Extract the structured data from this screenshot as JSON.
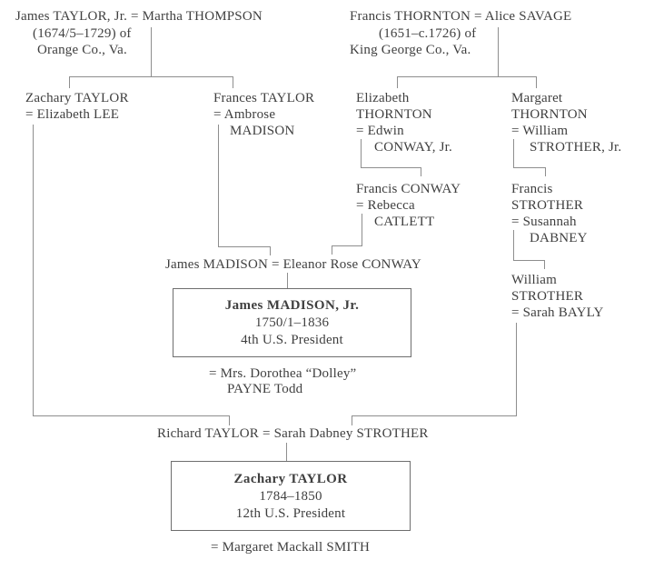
{
  "families": {
    "taylor_thompson": {
      "names": "James TAYLOR, Jr. = Martha THOMPSON",
      "dates": "(1674/5–1729) of",
      "place": "Orange Co., Va."
    },
    "thornton_savage": {
      "names": "Francis THORNTON = Alice SAVAGE",
      "dates": "(1651–c.1726) of",
      "place": "King George Co., Va."
    },
    "zachary_taylor_lee": {
      "l1": "Zachary TAYLOR",
      "l2": "= Elizabeth LEE"
    },
    "frances_taylor_madison": {
      "l1": "Frances TAYLOR",
      "l2": "= Ambrose",
      "l3": "MADISON"
    },
    "elizabeth_thornton_conway": {
      "l1": "Elizabeth",
      "l2": "THORNTON",
      "l3": "= Edwin",
      "l4": "CONWAY, Jr."
    },
    "margaret_thornton_strother": {
      "l1": "Margaret",
      "l2": "THORNTON",
      "l3": "= William",
      "l4": "STROTHER, Jr."
    },
    "francis_conway_catlett": {
      "l1": "Francis CONWAY",
      "l2": "= Rebecca",
      "l3": "CATLETT"
    },
    "francis_strother_dabney": {
      "l1": "Francis",
      "l2": "STROTHER",
      "l3": "= Susannah",
      "l4": "DABNEY"
    },
    "madison_conway": {
      "l1": "James MADISON = Eleanor Rose CONWAY"
    },
    "william_strother_bayly": {
      "l1": "William",
      "l2": "STROTHER",
      "l3": "= Sarah BAYLY"
    },
    "richard_taylor_strother": {
      "l1": "Richard TAYLOR = Sarah Dabney STROTHER"
    }
  },
  "presidents": {
    "madison": {
      "name": "James MADISON, Jr.",
      "dates": "1750/1–1836",
      "title": "4th U.S. President",
      "spouse_l1": "= Mrs. Dorothea “Dolley”",
      "spouse_l2": "PAYNE Todd"
    },
    "taylor": {
      "name": "Zachary TAYLOR",
      "dates": "1784–1850",
      "title": "12th U.S. President",
      "spouse_l1": "= Margaret Mackall SMITH"
    }
  },
  "colors": {
    "text": "#3f3f3f",
    "line": "#8e8e8e",
    "box_border": "#6e6e6e",
    "background": "#ffffff"
  }
}
